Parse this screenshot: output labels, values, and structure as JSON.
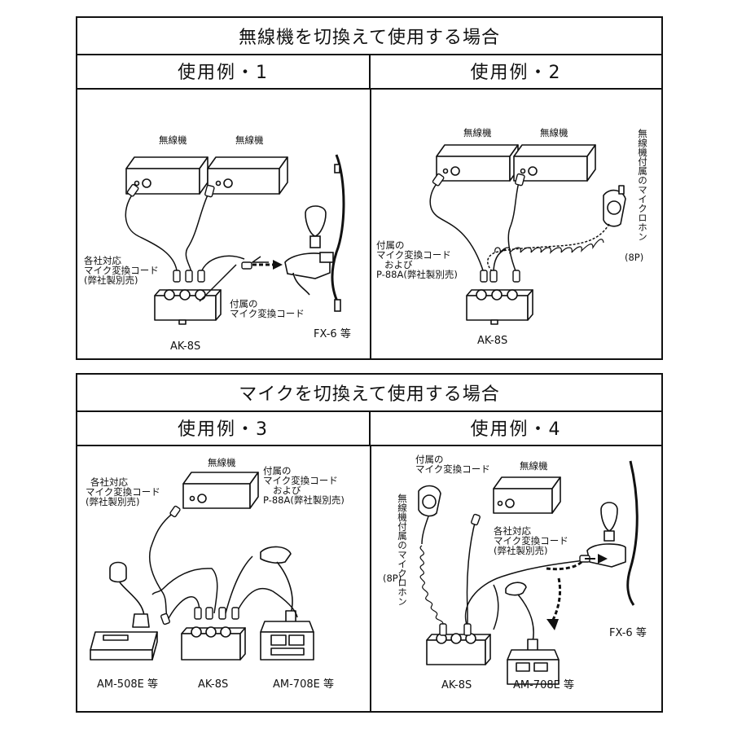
{
  "top_section": {
    "title": "無線機を切換えて使用する場合",
    "example1": {
      "heading": "使用例・1",
      "radio1": "無線機",
      "radio2": "無線機",
      "cord_label_l1": "各社対応",
      "cord_label_l2": "マイク変換コード",
      "cord_label_l3": "(弊社製別売)",
      "attached_cord_l1": "付属の",
      "attached_cord_l2": "マイク変換コード",
      "device": "AK-8S",
      "mic": "FX-6 等"
    },
    "example2": {
      "heading": "使用例・2",
      "radio1": "無線機",
      "radio2": "無線機",
      "cord_label_l1": "付属の",
      "cord_label_l2": "マイク変換コード",
      "cord_label_l3": "および",
      "cord_label_l4": "P-88A(弊社製別売)",
      "mic_vertical": "無線機付属のマイクロホン",
      "mic_pin": "(8P)",
      "device": "AK-8S"
    }
  },
  "bottom_section": {
    "title": "マイクを切換えて使用する場合",
    "example3": {
      "heading": "使用例・3",
      "radio": "無線機",
      "cord_label_l1": "各社対応",
      "cord_label_l2": "マイク変換コード",
      "cord_label_l3": "(弊社製別売)",
      "attached_l1": "付属の",
      "attached_l2": "マイク変換コード",
      "attached_l3": "および",
      "attached_l4": "P-88A(弊社製別売)",
      "mic1": "AM-508E 等",
      "device": "AK-8S",
      "mic2": "AM-708E 等"
    },
    "example4": {
      "heading": "使用例・4",
      "attached_l1": "付属の",
      "attached_l2": "マイク変換コード",
      "radio": "無線機",
      "mic_vertical": "無線機付属のマイクロホン",
      "mic_pin": "(8P)",
      "cord_label_l1": "各社対応",
      "cord_label_l2": "マイク変換コード",
      "cord_label_l3": "(弊社製別売)",
      "mic_fx": "FX-6 等",
      "device": "AK-8S",
      "mic2": "AM-708E 等"
    }
  }
}
